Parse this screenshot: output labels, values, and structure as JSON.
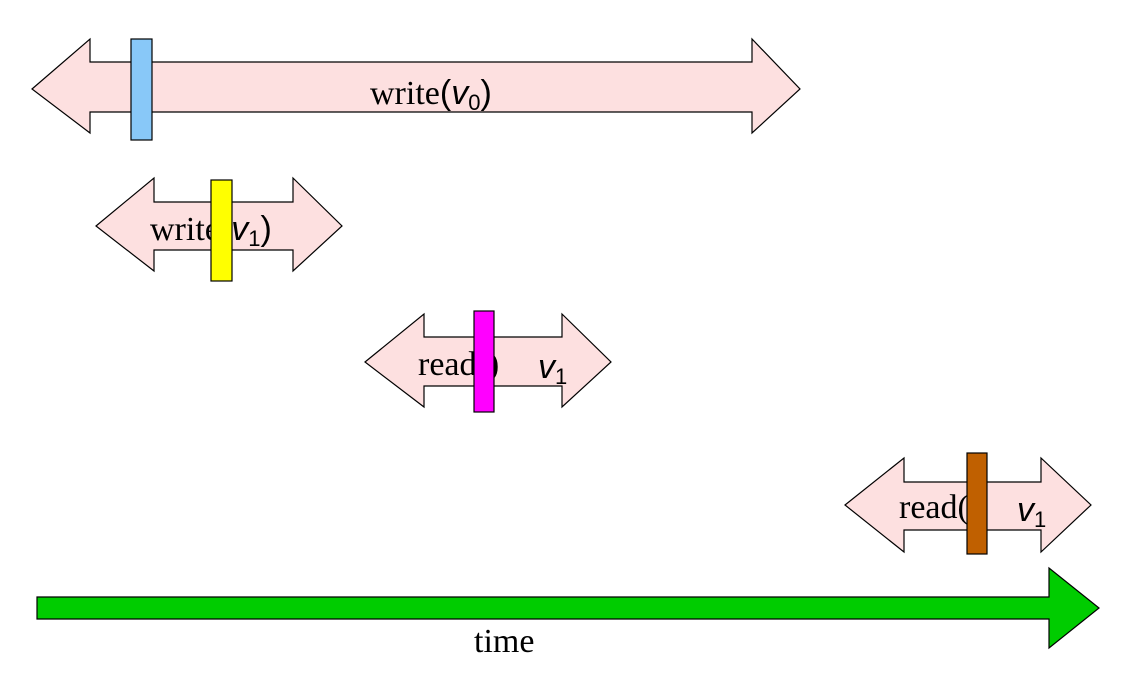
{
  "colors": {
    "arrow_fill": "#fde0e0",
    "arrow_stroke": "#000000",
    "time_arrow_fill": "#00cc00",
    "background": "#ffffff"
  },
  "operations": [
    {
      "name": "write",
      "args": "",
      "value": "v",
      "value_sub": "0",
      "marker_color": "#88c8f8"
    },
    {
      "name": "write",
      "args": "",
      "value": "v",
      "value_sub": "1",
      "marker_color": "#ffff00"
    },
    {
      "name": "read",
      "args": "()",
      "value": "v",
      "value_sub": "1",
      "marker_color": "#ff00ff"
    },
    {
      "name": "read",
      "args": "()",
      "value": "v",
      "value_sub": "1",
      "marker_color": "#c06000"
    }
  ],
  "time_axis": {
    "label": "time"
  }
}
